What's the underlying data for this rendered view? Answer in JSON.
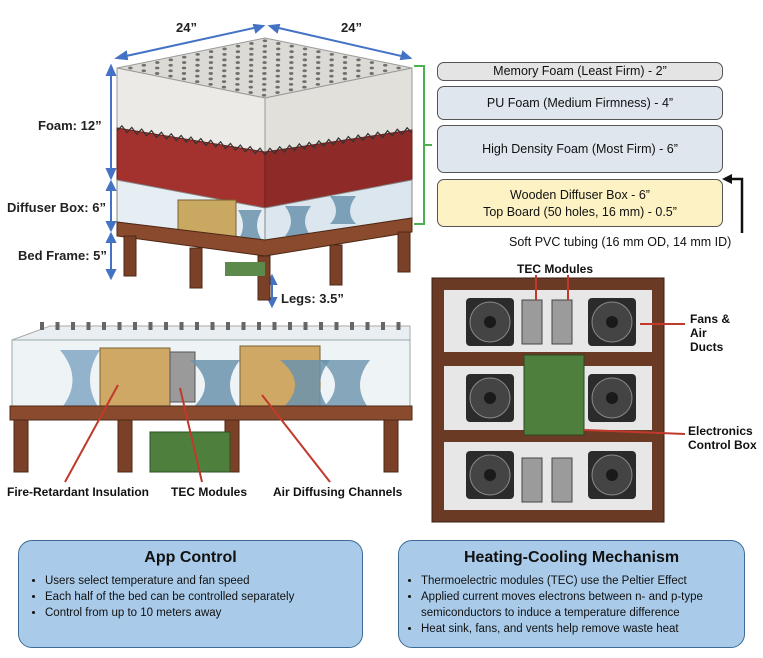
{
  "dimensions": {
    "width_left": "24”",
    "width_right": "24”",
    "foam_label": "Foam: 12”",
    "diffuser_label": "Diffuser Box: 6”",
    "frame_label": "Bed Frame: 5”",
    "legs_label": "Legs: 3.5”"
  },
  "layers": [
    {
      "label": "Memory Foam (Least Firm) - 2”"
    },
    {
      "label": "PU Foam (Medium Firmness) - 4”"
    },
    {
      "label": "High Density Foam (Most Firm) - 6”"
    },
    {
      "label_line1": "Wooden Diffuser Box - 6”",
      "label_line2": "Top Board (50 holes, 16 mm) - 0.5”"
    }
  ],
  "tubing_label": "Soft PVC tubing (16 mm OD, 14 mm ID)",
  "side_callouts": {
    "insulation": "Fire-Retardant Insulation",
    "tec": "TEC Modules",
    "channels": "Air Diffusing Channels"
  },
  "top_callouts": {
    "tec": "TEC Modules",
    "fans_line1": "Fans &",
    "fans_line2": "Air",
    "fans_line3": "Ducts",
    "electronics_line1": "Electronics",
    "electronics_line2": "Control Box"
  },
  "app_control": {
    "title": "App Control",
    "bullets": [
      "Users select temperature and fan speed",
      "Each half of the bed can be controlled separately",
      "Control from up to 10 meters away"
    ]
  },
  "mechanism": {
    "title": "Heating-Cooling Mechanism",
    "bullets": [
      "Thermoelectric modules (TEC) use the Peltier Effect",
      "Applied current moves electrons between n- and p-type semiconductors to induce a temperature difference",
      "Heat sink, fans, and vents help remove waste heat"
    ]
  },
  "colors": {
    "foam_front": "#e8e6e1",
    "foam_red": "#9b2f2c",
    "wood": "#7a4128",
    "layer_gray": "#e4e4e4",
    "layer_blue": "#d7e4f2",
    "layer_yellow": "#fdf2c3",
    "panel_blue": "#a9cbe9",
    "accent_blue": "#4472c4",
    "accent_green": "#4caf50",
    "callout_red": "#c0392b"
  }
}
